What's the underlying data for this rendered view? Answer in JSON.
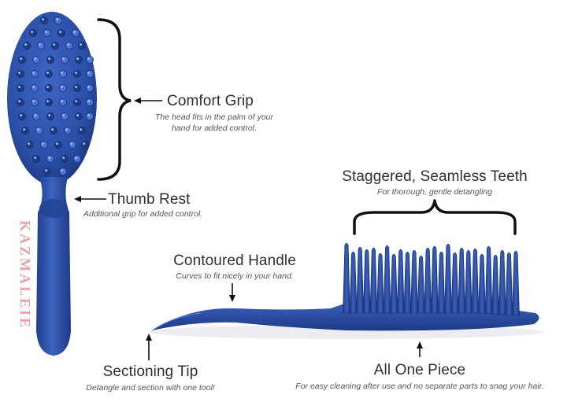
{
  "brand": "KAZMALEIE",
  "colors": {
    "brush_blue": "#2b4fa6",
    "brush_dark": "#1d3a85",
    "text": "#333333",
    "brand_pink": "#e9a4a4"
  },
  "icons": [
    "bracket",
    "arrow-left",
    "arrow-down",
    "arrow-up"
  ],
  "callouts": {
    "comfort_grip": {
      "title": "Comfort Grip",
      "desc_line1": "The head fits in the palm of your",
      "desc_line2": "hand for added control."
    },
    "thumb_rest": {
      "title": "Thumb Rest",
      "desc": "Additional grip for added control."
    },
    "staggered_teeth": {
      "title": "Staggered, Seamless Teeth",
      "desc": "For thorough, gentle detangling"
    },
    "contoured_handle": {
      "title": "Contoured Handle",
      "desc": "Curves to fit nicely in your hand."
    },
    "sectioning_tip": {
      "title": "Sectioning Tip",
      "desc": "Detangle and section with one tool!"
    },
    "all_one_piece": {
      "title": "All One Piece",
      "desc": "For easy cleaning after use and no separate parts to snag your hair."
    }
  }
}
